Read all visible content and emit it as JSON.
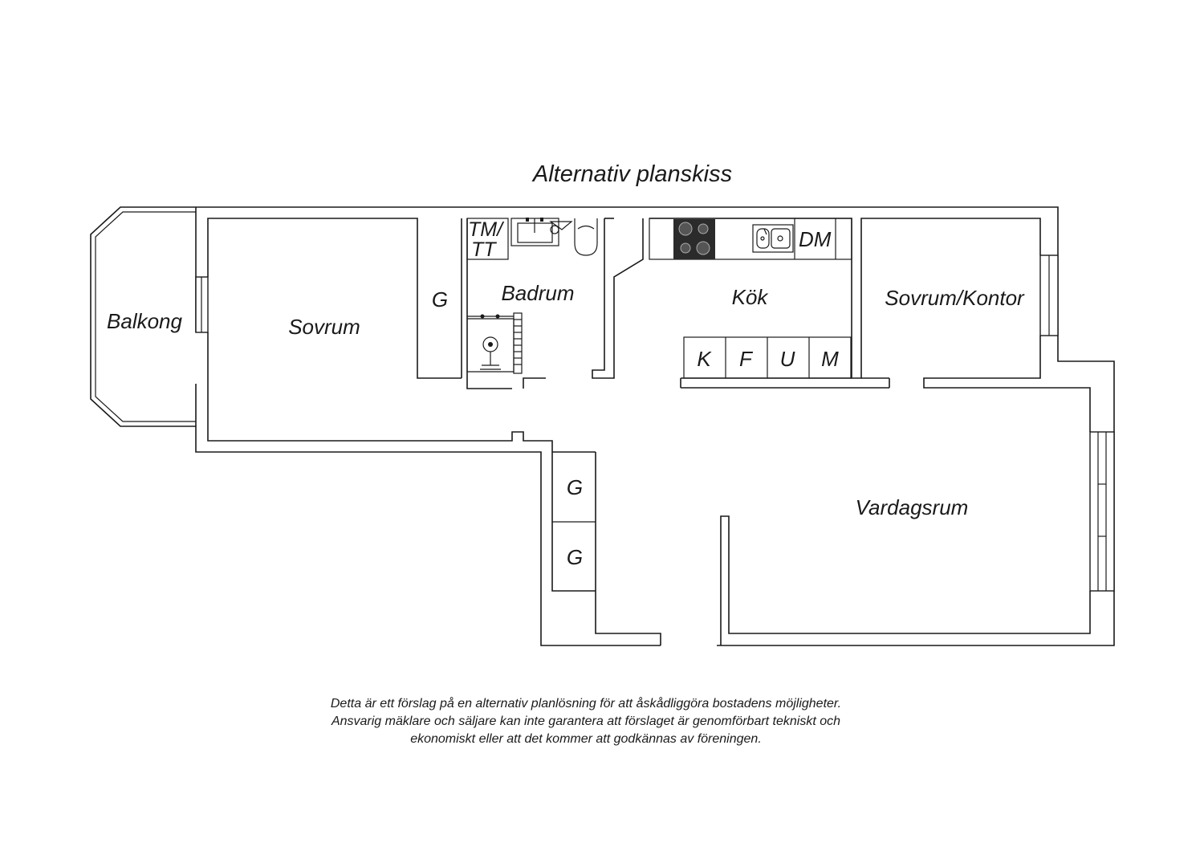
{
  "title": "Alternativ planskiss",
  "rooms": {
    "balkong": "Balkong",
    "sovrum": "Sovrum",
    "badrum": "Badrum",
    "kok": "Kök",
    "sovrum_kontor": "Sovrum/Kontor",
    "vardagsrum": "Vardagsrum"
  },
  "fixtures": {
    "wardrobe_hall": "G",
    "wardrobe_lower_1": "G",
    "wardrobe_lower_2": "G",
    "tm_line1": "TM/",
    "tm_line2": "TT",
    "dishwasher": "DM",
    "kitchen_units": [
      "K",
      "F",
      "U",
      "M"
    ]
  },
  "disclaimer": [
    "Detta är ett förslag på en alternativ planlösning för att åskådliggöra bostadens möjligheter.",
    "Ansvarig mäklare och säljare kan inte garantera att förslaget är genomförbart tekniskt och",
    "ekonomiskt eller att det kommer att godkännas av föreningen."
  ],
  "colors": {
    "line": "#1a1a1a",
    "background": "#ffffff",
    "stove": "#2b2b2b"
  }
}
